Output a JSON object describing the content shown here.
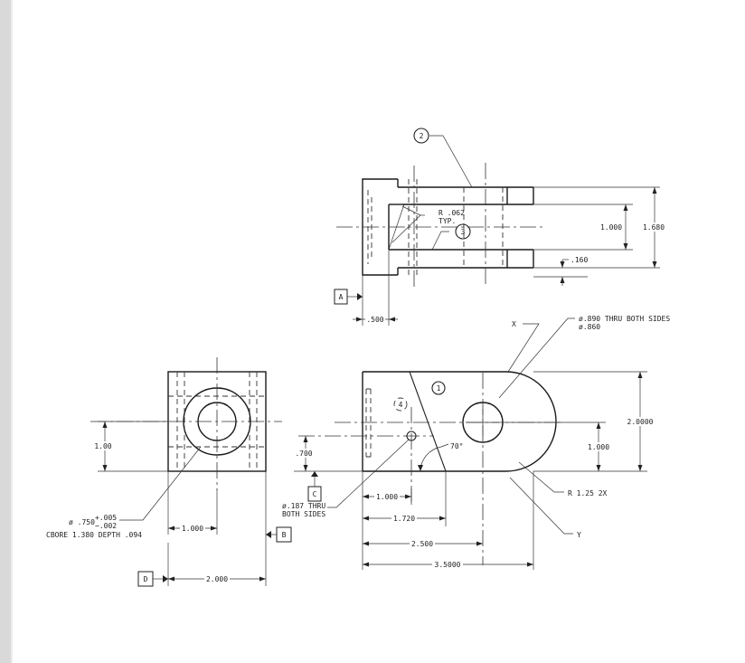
{
  "balloons": {
    "b1": "1",
    "b2": "2",
    "b3": "3",
    "b4": "4"
  },
  "datums": {
    "a": "A",
    "b": "B",
    "c": "C",
    "d": "D"
  },
  "labels": {
    "x": "X",
    "y": "Y",
    "r062": "R .062",
    "typ": "TYP.",
    "hole_line1": "ø.890 THRU BOTH SIDES",
    "hole_line2": "ø.860",
    "r125": "R 1.25 2X",
    "angle": "70°",
    "pin_line1": "ø.187 THRU",
    "pin_line2": "BOTH SIDES",
    "cbore_dia": "ø .750",
    "tol_plus": "+.005",
    "tol_minus": "−.002",
    "cbore_line": "CBORE 1.380 DEPTH .094"
  },
  "dims": {
    "d1000_top": "1.000",
    "d1680": "1.680",
    "d160": ".160",
    "d500": ".500",
    "d2000v": "2.0000",
    "d1000_right": "1.000",
    "d700": ".700",
    "d1000_h": "1.000",
    "d1720": "1.720",
    "d2500": "2.500",
    "d3500": "3.5000",
    "d100": "1.00",
    "d1000_left": "1.000",
    "d2000_h": "2.000"
  }
}
